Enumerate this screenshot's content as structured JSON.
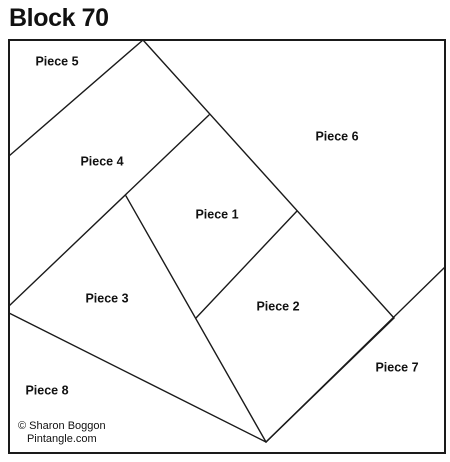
{
  "title": "Block 70",
  "pieces": [
    {
      "id": 1,
      "label": "Piece 1"
    },
    {
      "id": 2,
      "label": "Piece 2"
    },
    {
      "id": 3,
      "label": "Piece 3"
    },
    {
      "id": 4,
      "label": "Piece 4"
    },
    {
      "id": 5,
      "label": "Piece 5"
    },
    {
      "id": 6,
      "label": "Piece 6"
    },
    {
      "id": 7,
      "label": "Piece 7"
    },
    {
      "id": 8,
      "label": "Piece 8"
    }
  ],
  "credit": {
    "copyright": "© Sharon Boggon",
    "site": "Pintangle.com"
  }
}
